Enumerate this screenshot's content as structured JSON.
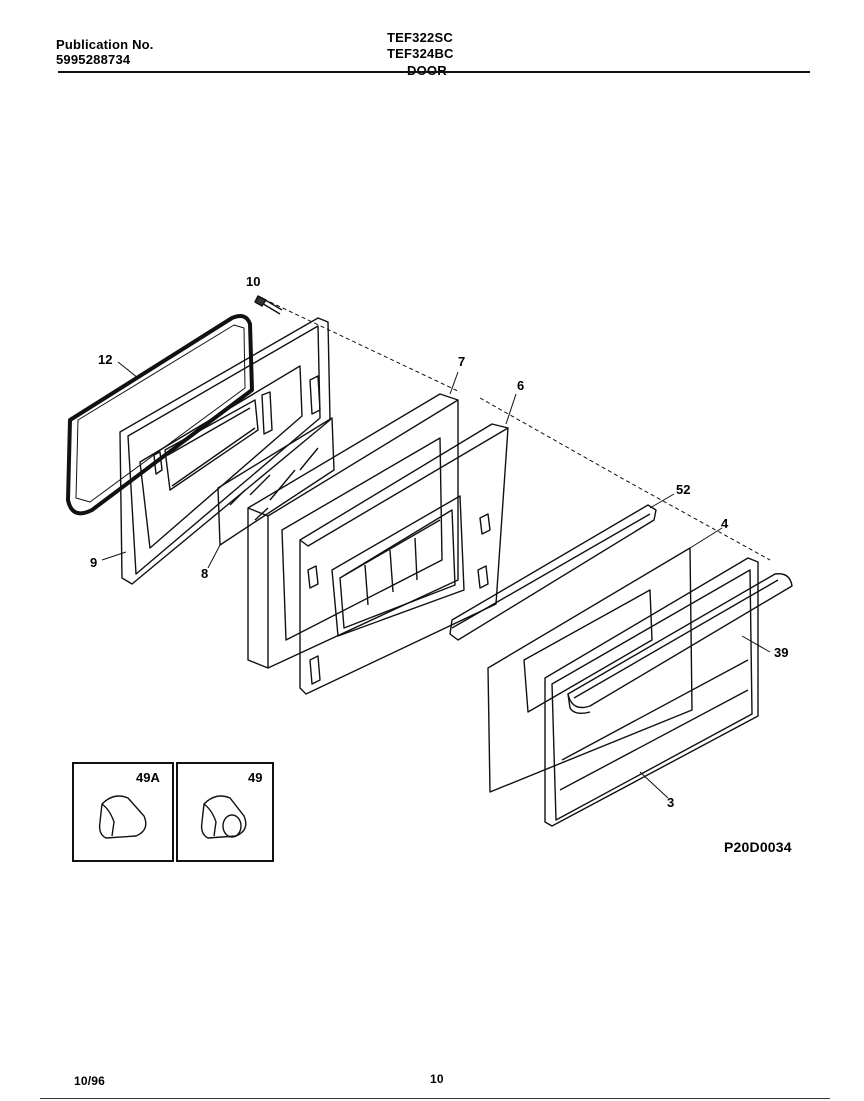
{
  "header": {
    "publication_label": "Publication No.",
    "publication_number": "5995288734",
    "model_1": "TEF322SC",
    "model_2": "TEF324BC",
    "section": "DOOR"
  },
  "callouts": {
    "c10": "10",
    "c12": "12",
    "c7": "7",
    "c6": "6",
    "c52": "52",
    "c4": "4",
    "c39": "39",
    "c9": "9",
    "c8": "8",
    "c3": "3"
  },
  "insets": {
    "left_label": "49A",
    "right_label": "49"
  },
  "drawing_code": "P20D0034",
  "footer": {
    "date": "10/96",
    "page": "10"
  }
}
